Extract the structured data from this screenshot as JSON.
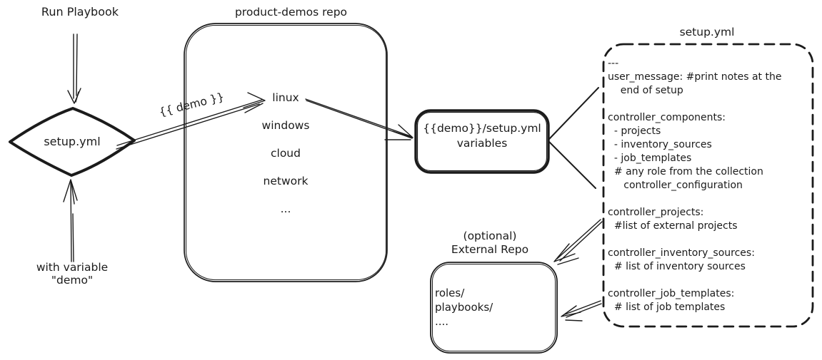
{
  "colors": {
    "ink": "#1b1b1b",
    "background": "#ffffff"
  },
  "left_flow": {
    "trigger_label": "Run Playbook",
    "playbook_diamond_label": "setup.yml",
    "variable_note_line1": "with variable",
    "variable_note_line2": "\"demo\""
  },
  "demo_repo": {
    "title": "product-demos repo",
    "directories": [
      "linux",
      "windows",
      "cloud",
      "network",
      "..."
    ]
  },
  "demo_edge_label": "{{ demo }}",
  "variables_box": {
    "line1": "{{demo}}/setup.yml",
    "line2": "variables"
  },
  "setup_file": {
    "title": "setup.yml",
    "lines": [
      "---",
      "user_message: #print notes at the",
      "    end of setup",
      "",
      "controller_components:",
      "  - projects",
      "  - inventory_sources",
      "  - job_templates",
      "  # any role from the collection",
      "     controller_configuration",
      "",
      "controller_projects:",
      "  #list of external projects",
      "",
      "controller_inventory_sources:",
      "  # list of inventory sources",
      "",
      "controller_job_templates:",
      "  # list of job templates"
    ]
  },
  "external_repo": {
    "title_line1": "(optional)",
    "title_line2": "External Repo",
    "contents": [
      "roles/",
      "playbooks/",
      "...."
    ]
  }
}
